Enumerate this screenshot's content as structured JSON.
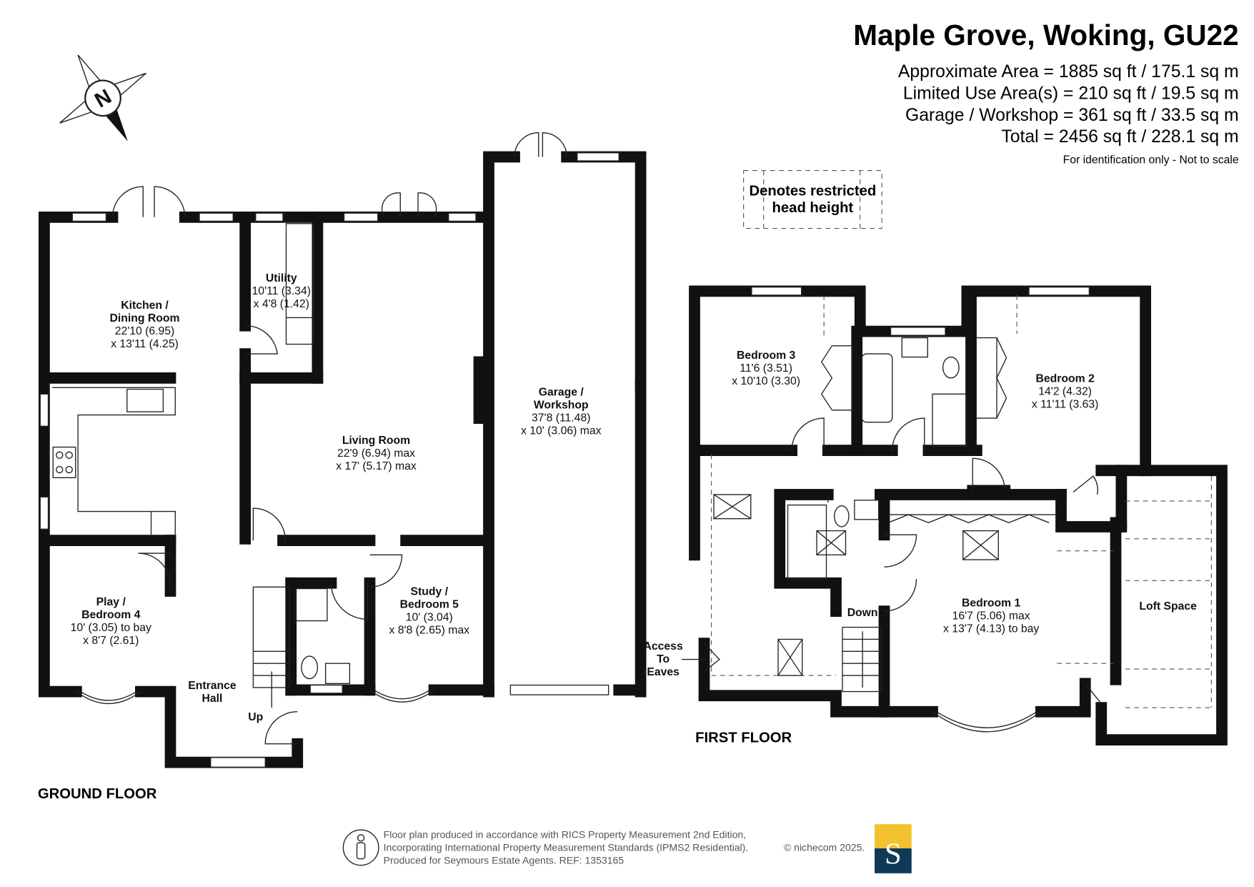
{
  "header": {
    "title": "Maple Grove, Woking, GU22",
    "areas": [
      "Approximate Area = 1885 sq ft / 175.1 sq m",
      "Limited Use Area(s) = 210 sq ft / 19.5 sq m",
      "Garage / Workshop = 361 sq ft / 33.5 sq m",
      "Total = 2456 sq ft / 228.1 sq m"
    ],
    "disclaimer": "For identification only - Not to scale"
  },
  "compass": {
    "label": "N"
  },
  "legend": {
    "lines": [
      "Denotes restricted",
      "head height"
    ]
  },
  "ground_floor": {
    "label": "GROUND FLOOR",
    "rooms": [
      {
        "name": [
          "Kitchen /",
          "Dining Room"
        ],
        "dims": [
          "22'10 (6.95)",
          "x 13'11 (4.25)"
        ]
      },
      {
        "name": [
          "Utility"
        ],
        "dims": [
          "10'11 (3.34)",
          "x 4'8 (1.42)"
        ]
      },
      {
        "name": [
          "Living Room"
        ],
        "dims": [
          "22'9 (6.94) max",
          "x 17' (5.17) max"
        ]
      },
      {
        "name": [
          "Garage /",
          "Workshop"
        ],
        "dims": [
          "37'8 (11.48)",
          "x 10' (3.06) max"
        ]
      },
      {
        "name": [
          "Play /",
          "Bedroom 4"
        ],
        "dims": [
          "10' (3.05) to bay",
          "x 8'7 (2.61)"
        ]
      },
      {
        "name": [
          "Entrance",
          "Hall"
        ],
        "dims": []
      },
      {
        "name": [
          "Study /",
          "Bedroom 5"
        ],
        "dims": [
          "10' (3.04)",
          "x 8'8 (2.65) max"
        ]
      }
    ],
    "annotations": {
      "up": "Up"
    }
  },
  "first_floor": {
    "label": "FIRST FLOOR",
    "rooms": [
      {
        "name": [
          "Bedroom 3"
        ],
        "dims": [
          "11'6 (3.51)",
          "x 10'10 (3.30)"
        ]
      },
      {
        "name": [
          "Bedroom 2"
        ],
        "dims": [
          "14'2 (4.32)",
          "x 11'11 (3.63)"
        ]
      },
      {
        "name": [
          "Bedroom 1"
        ],
        "dims": [
          "16'7 (5.06) max",
          "x 13'7 (4.13) to bay"
        ]
      },
      {
        "name": [
          "Loft Space"
        ],
        "dims": []
      }
    ],
    "annotations": {
      "down": "Down",
      "eaves": [
        "Access",
        "To",
        "Eaves"
      ]
    }
  },
  "footer": {
    "lines": [
      "Floor plan produced in accordance with RICS Property Measurement 2nd Edition,",
      "Incorporating International Property Measurement Standards (IPMS2 Residential).",
      "Produced for Seymours Estate Agents.   REF: 1353165"
    ],
    "copyright": "© nichecom 2025.",
    "logo_letter": "S"
  },
  "colors": {
    "wall": "#111111",
    "logo_top": "#F2C12E",
    "logo_bottom": "#0E3A57"
  }
}
